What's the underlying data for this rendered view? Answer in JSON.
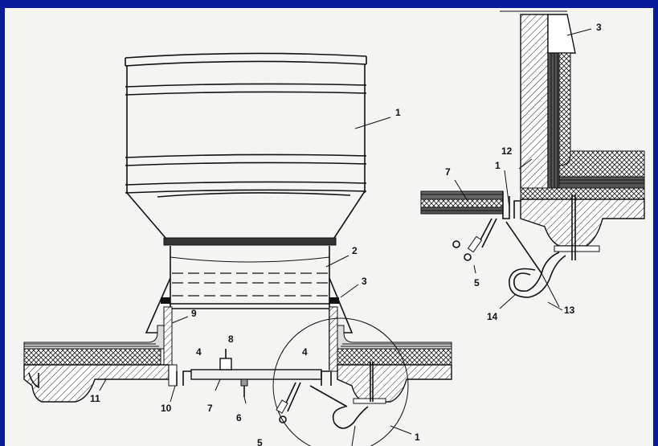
{
  "labels": {
    "l1": "1",
    "l2": "2",
    "l3": "3",
    "l9": "9",
    "l8": "8",
    "l4a": "4",
    "l4b": "4",
    "l10": "10",
    "l7": "7",
    "l6": "6",
    "l11": "11",
    "l5": "5",
    "l1b": "1",
    "d3": "3",
    "d12": "12",
    "d7": "7",
    "d1": "1",
    "d5": "5",
    "d14": "14",
    "d13": "13"
  }
}
